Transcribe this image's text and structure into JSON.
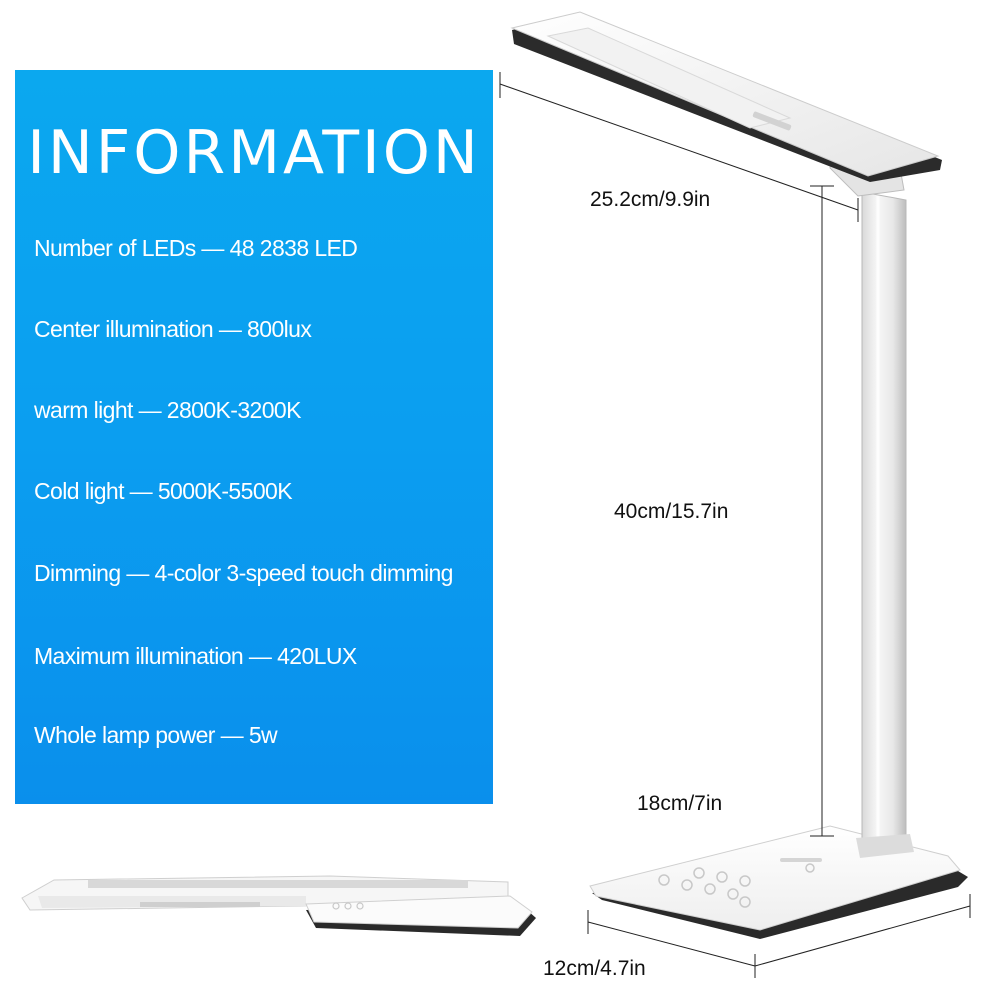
{
  "info": {
    "title": "INFORMATION",
    "specs": [
      "Number of LEDs — 48 2838 LED",
      "Center illumination — 800lux",
      "warm light — 2800K-3200K",
      "Cold light — 5000K-5500K",
      "Dimming — 4-color 3-speed touch dimming",
      "Maximum illumination — 420LUX",
      "Whole lamp power — 5w"
    ]
  },
  "dimensions": {
    "head_length": "25.2cm/9.9in",
    "height": "40cm/15.7in",
    "base_length": "18cm/7in",
    "base_width": "12cm/4.7in"
  },
  "colors": {
    "panel": "#0b9ef0",
    "text_light": "#ffffff",
    "text_dark": "#111111"
  }
}
